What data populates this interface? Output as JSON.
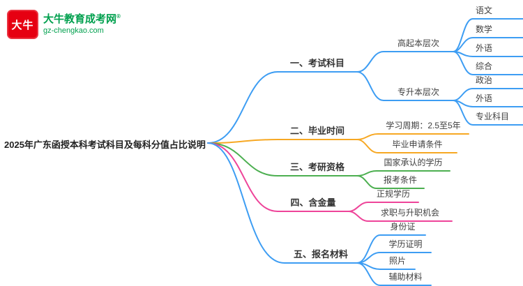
{
  "logo": {
    "badge": "大牛",
    "title": "大牛教育成考网",
    "reg": "®",
    "subtitle": "gz-chengkao.com",
    "brand_green": "#00a04e",
    "brand_red": "#e60012"
  },
  "central_topic": "2025年广东函授本科考试科目及每科分值占比说明",
  "palette": {
    "blue": "#3d9df3",
    "orange": "#f7a823",
    "green": "#4caf50",
    "pink": "#ee4499"
  },
  "branches": [
    {
      "label": "一、考试科目",
      "color": "#3d9df3",
      "children": [
        {
          "label": "高起本层次",
          "children": [
            {
              "label": "语文"
            },
            {
              "label": "数学"
            },
            {
              "label": "外语"
            },
            {
              "label": "综合"
            }
          ]
        },
        {
          "label": "专升本层次",
          "children": [
            {
              "label": "政治"
            },
            {
              "label": "外语"
            },
            {
              "label": "专业科目"
            }
          ]
        }
      ]
    },
    {
      "label": "二、毕业时间",
      "color": "#f7a823",
      "children": [
        {
          "label": "学习周期：2.5至5年"
        },
        {
          "label": "毕业申请条件"
        }
      ]
    },
    {
      "label": "三、考研资格",
      "color": "#4caf50",
      "children": [
        {
          "label": "国家承认的学历"
        },
        {
          "label": "报考条件"
        }
      ]
    },
    {
      "label": "四、含金量",
      "color": "#ee4499",
      "children": [
        {
          "label": "正规学历"
        },
        {
          "label": "求职与升职机会"
        }
      ]
    },
    {
      "label": "五、报名材料",
      "color": "#3d9df3",
      "children": [
        {
          "label": "身份证"
        },
        {
          "label": "学历证明"
        },
        {
          "label": "照片"
        },
        {
          "label": "辅助材料"
        }
      ]
    }
  ]
}
